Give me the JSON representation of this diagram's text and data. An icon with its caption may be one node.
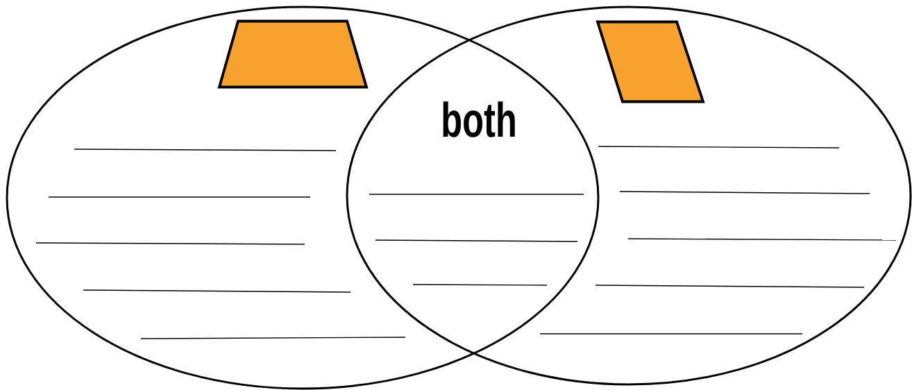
{
  "diagram": {
    "nodes": [
      {
        "text": [],
        "shape": "ellipse"
      },
      {
        "text": [],
        "shape": "ellipse"
      },
      {
        "text": [],
        "shape": "trapezoid",
        "in": 0
      },
      {
        "text": [],
        "shape": "parallelogram",
        "in": 1
      }
    ],
    "labels": [
      "both"
    ]
  }
}
